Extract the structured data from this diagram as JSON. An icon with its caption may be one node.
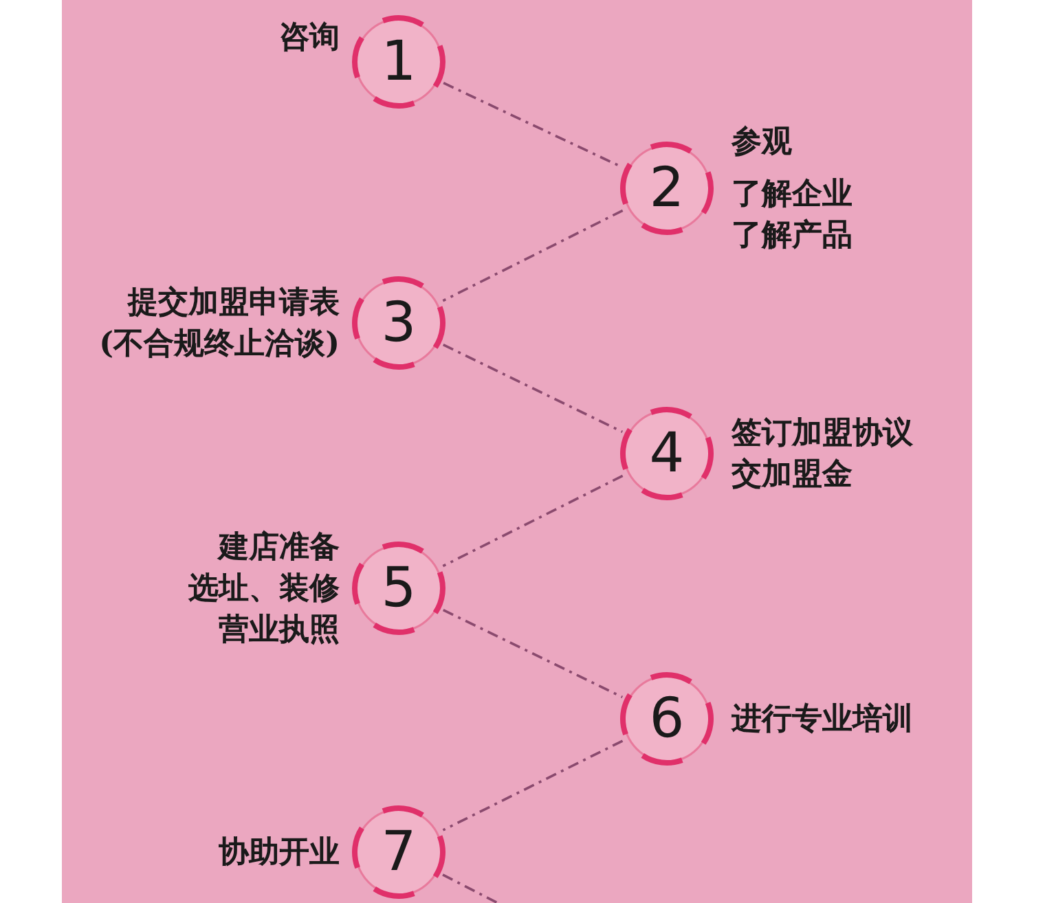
{
  "diagram": {
    "nodes": [
      {
        "text": [
          "1"
        ],
        "beside": [
          "咨询"
        ]
      },
      {
        "text": [
          "2"
        ],
        "beside": [
          "参观",
          "了解企业",
          "了解产品"
        ]
      },
      {
        "text": [
          "3"
        ],
        "beside": [
          "提交加盟申请表",
          "(不合规终止洽谈)"
        ]
      },
      {
        "text": [
          "4"
        ],
        "beside": [
          "签订加盟协议",
          "交加盟金"
        ]
      },
      {
        "text": [
          "5"
        ],
        "beside": [
          "建店准备",
          "选址、装修",
          "营业执照"
        ]
      },
      {
        "text": [
          "6"
        ],
        "beside": [
          "进行专业培训"
        ]
      },
      {
        "text": [
          "7"
        ],
        "beside": [
          "协助开业"
        ]
      }
    ],
    "edges": [
      {
        "from": 0,
        "to": 1,
        "arrow": "none",
        "style": "dashed"
      },
      {
        "from": 1,
        "to": 2,
        "arrow": "none",
        "style": "dashed"
      },
      {
        "from": 2,
        "to": 3,
        "arrow": "none",
        "style": "dashed"
      },
      {
        "from": 3,
        "to": 4,
        "arrow": "none",
        "style": "dashed"
      },
      {
        "from": 4,
        "to": 5,
        "arrow": "none",
        "style": "dashed"
      },
      {
        "from": 5,
        "to": 6,
        "arrow": "none",
        "style": "dashed"
      },
      {
        "from": 6,
        "to": null,
        "arrow": "none",
        "style": "dashed"
      }
    ]
  }
}
